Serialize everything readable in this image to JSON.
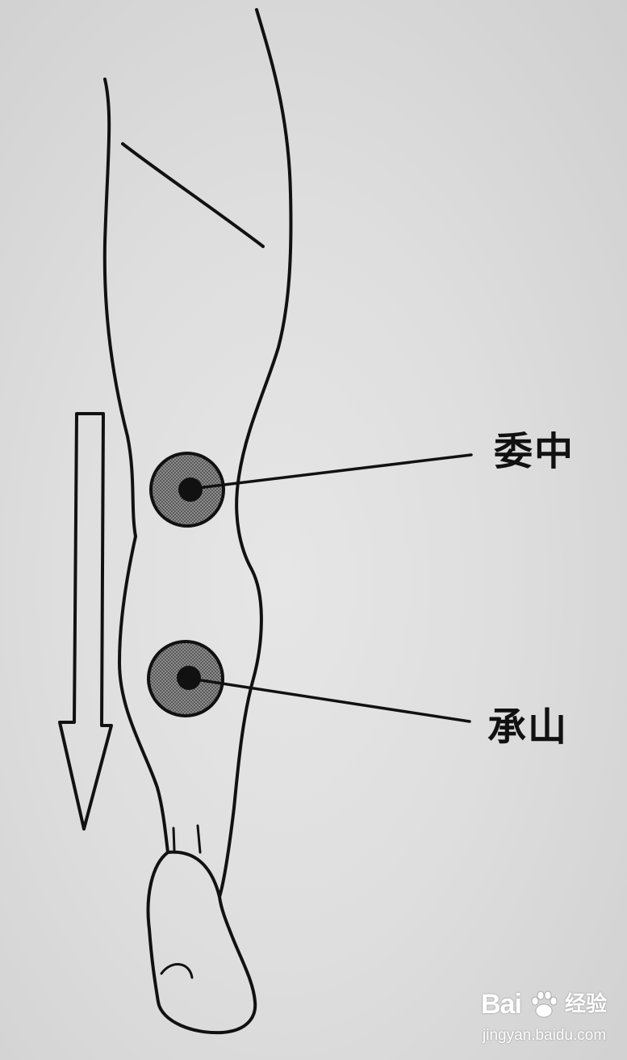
{
  "acupoints": [
    {
      "id": "weizhong",
      "label": "委中"
    },
    {
      "id": "chengshan",
      "label": "承山"
    }
  ],
  "watermark": {
    "logo_text": "Bai",
    "paw_icon": "baidu-paw-icon",
    "product_text": "经验",
    "url": "jingyan.baidu.com"
  },
  "colors": {
    "line": "#111111",
    "point_ring": "#555555",
    "point_center": "#111111",
    "paper": "#dcdcdc"
  }
}
